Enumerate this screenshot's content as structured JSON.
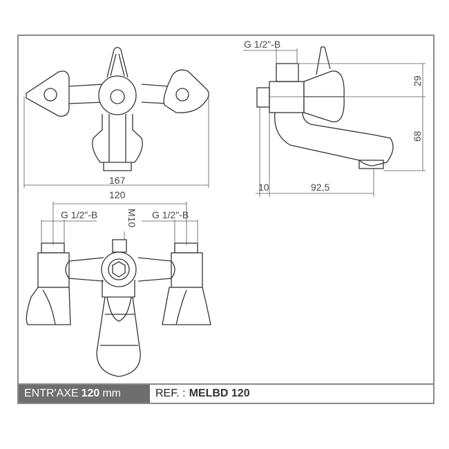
{
  "top_view": {
    "width_overall": "167",
    "center_distance": "120"
  },
  "side_view": {
    "thread_label": "G 1/2\"-B",
    "height_upper": "29",
    "height_lower": "68",
    "offset_wall": "10",
    "spout_reach": "92,5"
  },
  "front_view": {
    "thread_left": "G 1/2\"-B",
    "thread_right": "G 1/2\"-B",
    "center_stud": "M10"
  },
  "footer": {
    "entraxe_label": "ENTR'AXE",
    "entraxe_value": "120",
    "entraxe_unit": "mm",
    "ref_label": "REF. :",
    "ref_value": "MELBD 120"
  },
  "colors": {
    "frame": "#8a8a8a",
    "footer_dark": "#6e6e6e",
    "line": "#333333"
  }
}
